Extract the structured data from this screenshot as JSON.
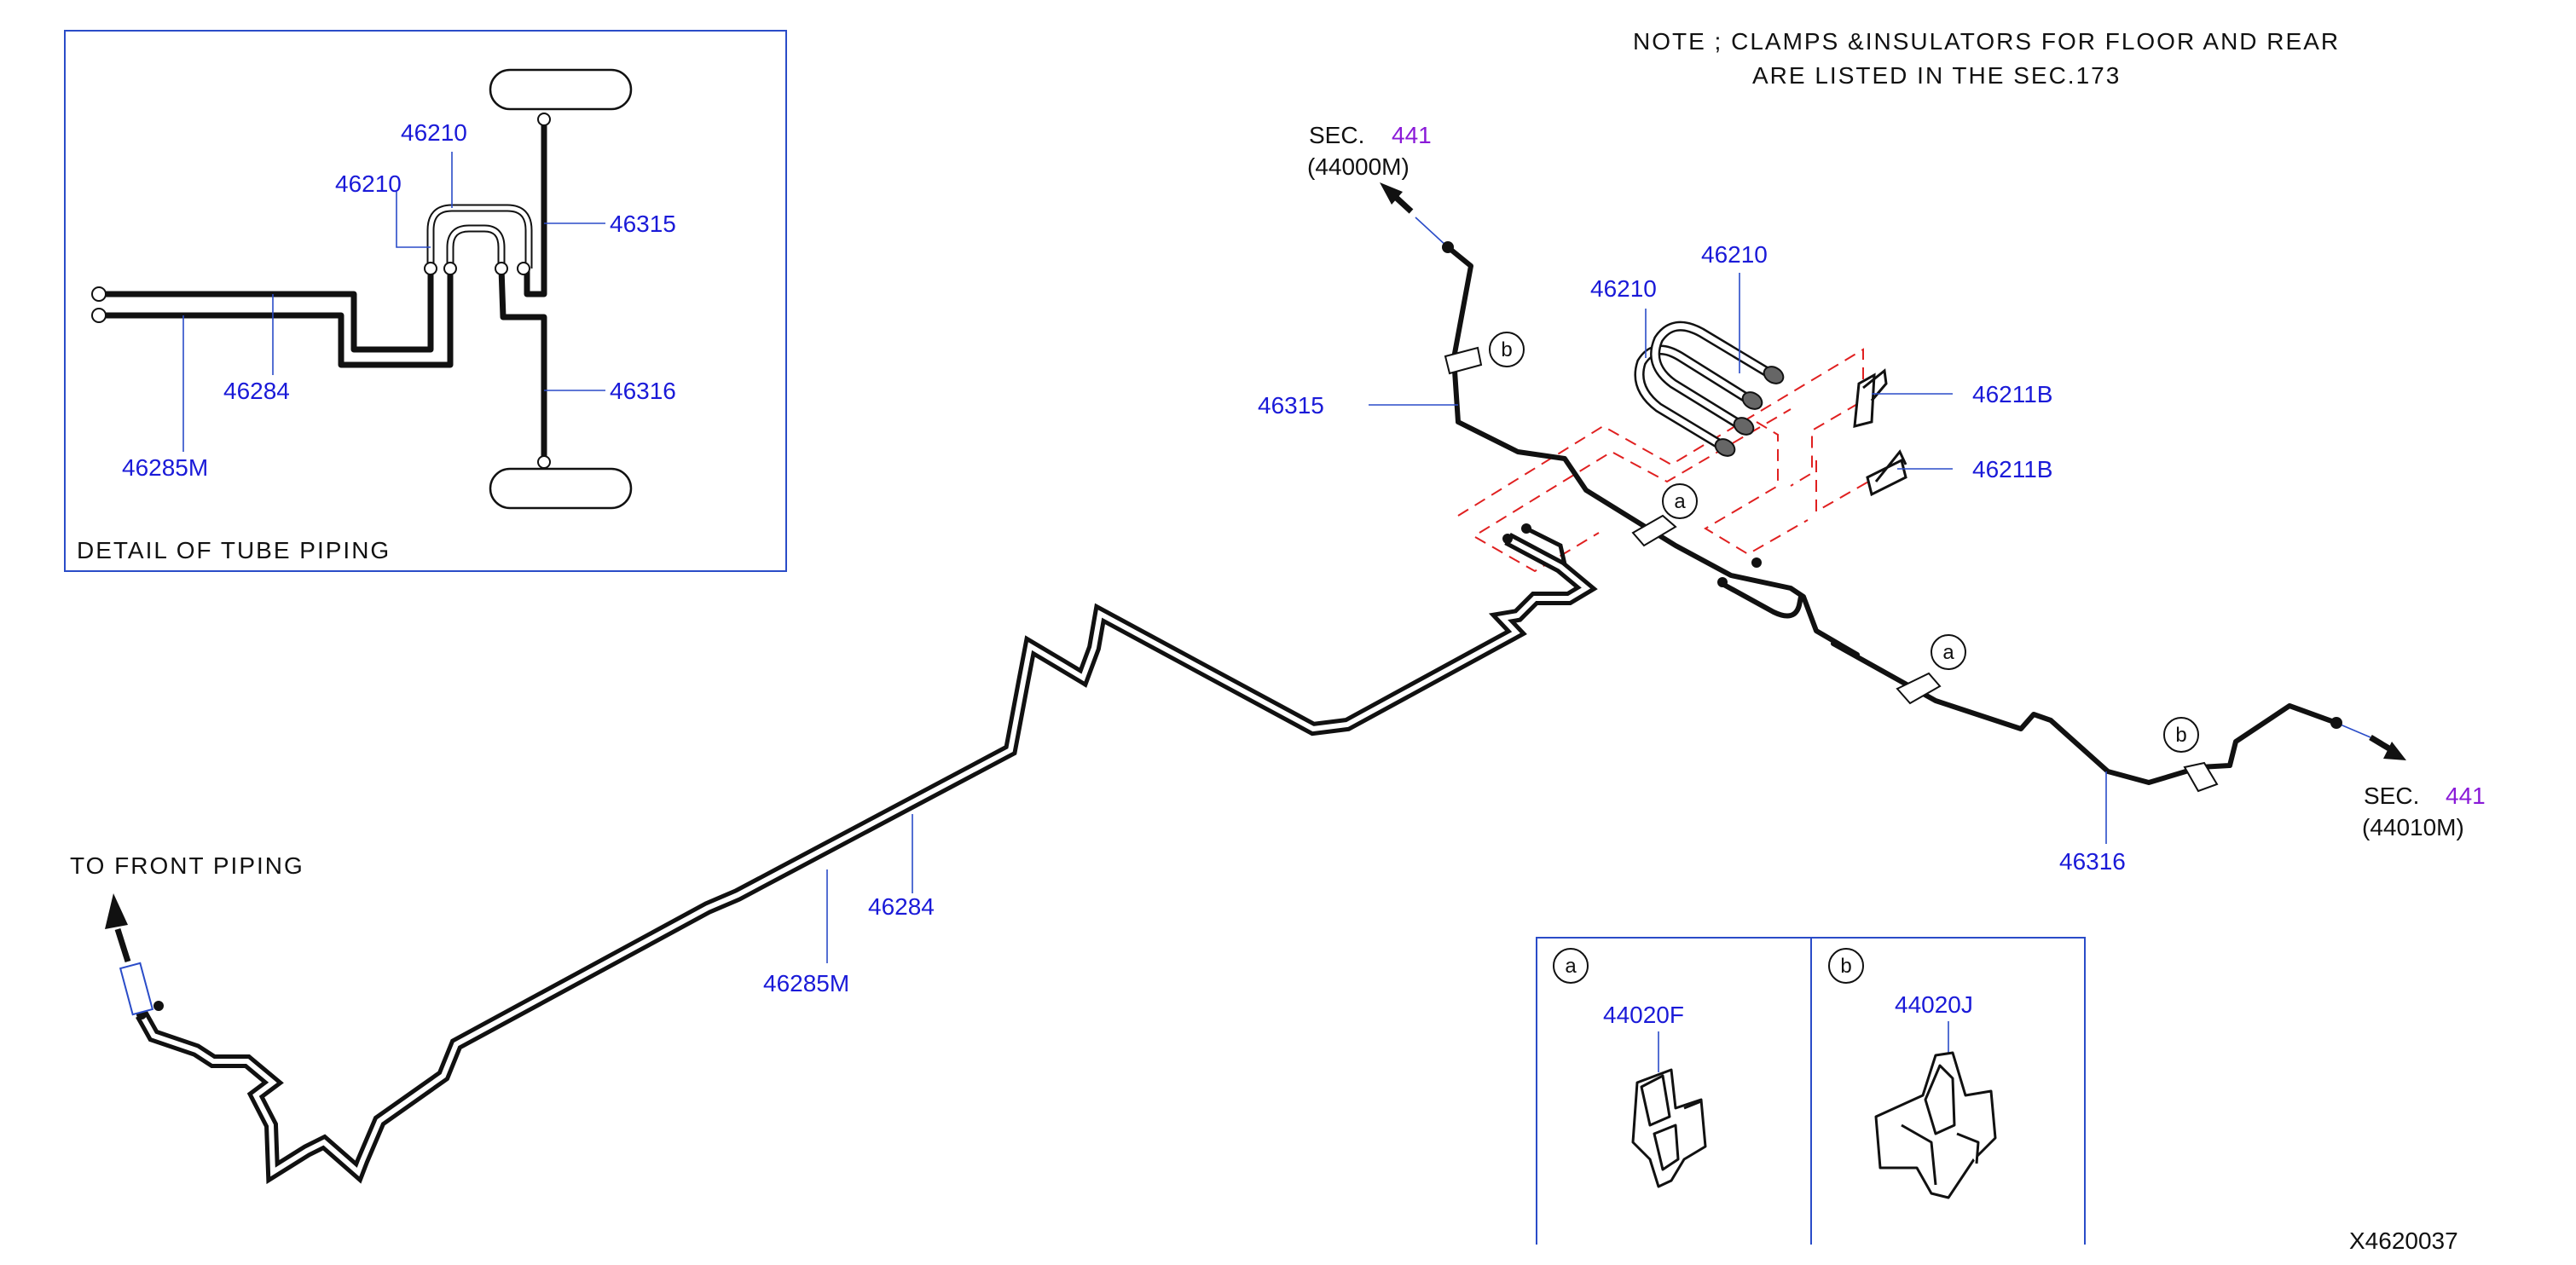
{
  "note": {
    "line1": "NOTE  ;  CLAMPS  &INSULATORS  FOR  FLOOR  AND  REAR",
    "line2": "ARE  LISTED  IN  THE  SEC.173"
  },
  "detail": {
    "caption": "DETAIL   OF   TUBE   PIPING",
    "labels": {
      "p46210_upper": "46210",
      "p46210_lower": "46210",
      "p46315": "46315",
      "p46316": "46316",
      "p46284": "46284",
      "p46285M": "46285M"
    }
  },
  "main": {
    "sec_top": {
      "prefix": "SEC.",
      "number": "441",
      "code": "(44000M)"
    },
    "sec_right": {
      "prefix": "SEC.",
      "number": "441",
      "code": "(44010M)"
    },
    "front": "TO   FRONT   PIPING",
    "labels": {
      "p46210_a": "46210",
      "p46210_b": "46210",
      "p46315": "46315",
      "p46211B_a": "46211B",
      "p46211B_b": "46211B",
      "p46316": "46316",
      "p46284": "46284",
      "p46285M": "46285M"
    },
    "markers": {
      "a": "a",
      "b": "b"
    }
  },
  "clamps": {
    "a": {
      "marker": "a",
      "part": "44020F"
    },
    "b": {
      "marker": "b",
      "part": "44020J"
    }
  },
  "drawing_id": "X4620037",
  "colors": {
    "part_label": "#1a1ad8",
    "section_ref": "#8a1ad8",
    "dashed_outline": "#e02020"
  }
}
